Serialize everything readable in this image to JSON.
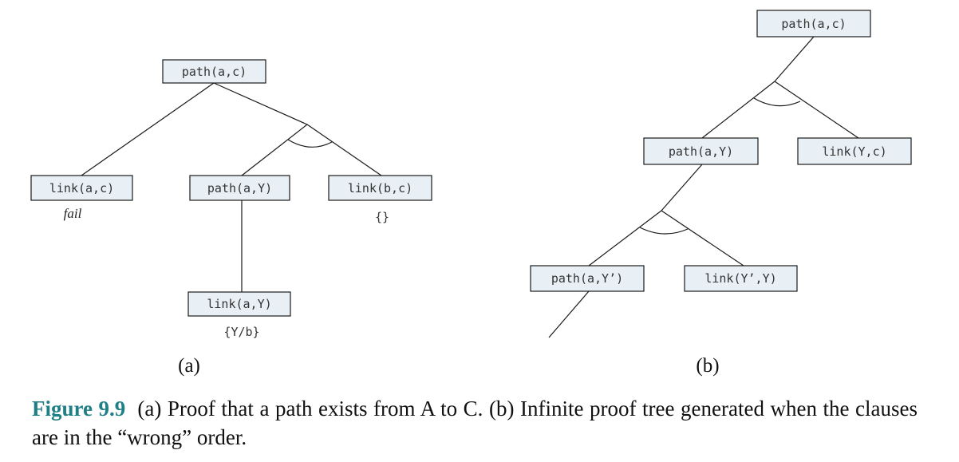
{
  "panel_a": {
    "label": "(a)",
    "nodes": {
      "root": "path(a,c)",
      "link_ac": "link(a,c)",
      "path_aY": "path(a,Y)",
      "link_bc": "link(b,c)",
      "link_aY": "link(a,Y)"
    },
    "notes": {
      "fail": "fail",
      "empty_subst": "{}",
      "subst_Yb": "{Y/b}"
    }
  },
  "panel_b": {
    "label": "(b)",
    "nodes": {
      "root": "path(a,c)",
      "path_aY": "path(a,Y)",
      "link_Yc": "link(Y,c)",
      "path_aYp": "path(a,Y’)",
      "link_YpY": "link(Y’,Y)"
    }
  },
  "caption": {
    "figure_label": "Figure 9.9",
    "text": "(a) Proof that a path exists from A to C. (b) Infinite proof tree generated when the clauses are in the “wrong” order."
  }
}
